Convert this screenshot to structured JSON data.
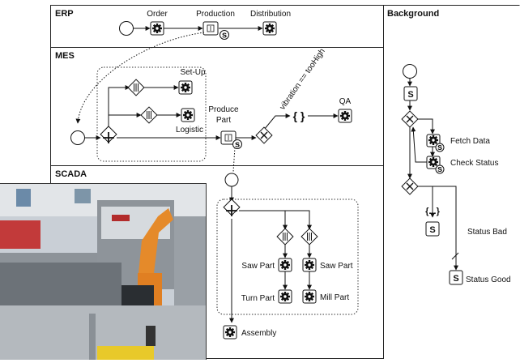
{
  "lanes": {
    "erp": "ERP",
    "mes": "MES",
    "scada": "SCADA",
    "background": "Background"
  },
  "erp": {
    "order": "Order",
    "production": "Production",
    "distribution": "Distribution"
  },
  "mes": {
    "setup": "Set-Up",
    "logistic": "Logistic",
    "produce_line1": "Produce",
    "produce_line2": "Part",
    "condition": "vibration == tooHigh",
    "qa": "QA"
  },
  "scada": {
    "saw_part_left": "Saw Part",
    "saw_part_right": "Saw Part",
    "turn_part": "Turn Part",
    "mill_part": "Mill Part",
    "assembly": "Assembly"
  },
  "background": {
    "fetch_data": "Fetch Data",
    "check_status": "Check Status",
    "status_bad": "Status Bad",
    "status_good": "Status Good",
    "script_braces": "{...}"
  },
  "symbols": {
    "subprocess_marker": "s",
    "script_marker": "S"
  },
  "colors": {
    "line": "#111111",
    "lane_border": "#222222",
    "task_fill": "#ffffff",
    "task_icon": "#111111"
  },
  "icons": {
    "task": "gear-icon",
    "subprocess": "subprocess-icon",
    "script": "script-icon",
    "parallel": "parallel-gateway-icon",
    "exclusive": "exclusive-gateway-icon",
    "multi_instance": "multi-instance-icon",
    "robot_photo": "industrial-robot-photo"
  }
}
